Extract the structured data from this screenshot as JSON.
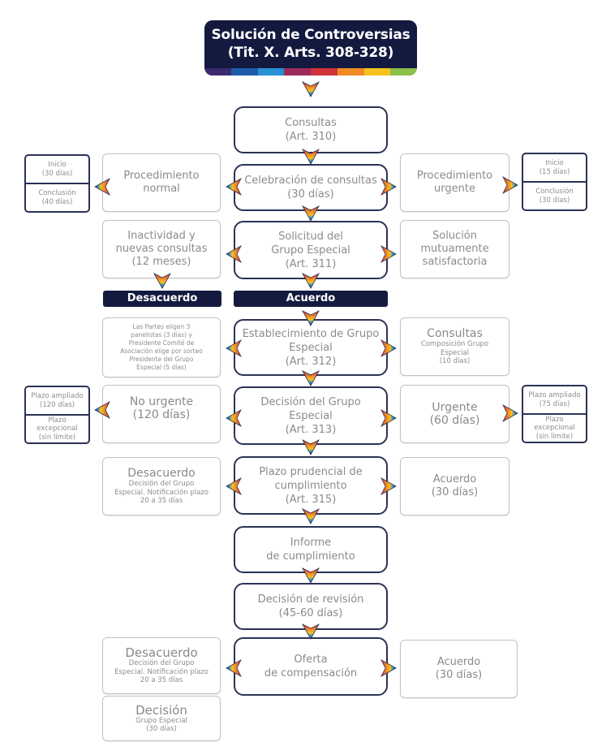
{
  "title": {
    "line1": "Solución de Controversias",
    "line2": "(Tit. X. Arts. 308-328)",
    "stripe_colors": [
      "#3b2a6e",
      "#1c5aa8",
      "#2a8fd4",
      "#9c2a5a",
      "#d0323a",
      "#f08a24",
      "#f7c11f",
      "#8cc04a"
    ]
  },
  "colors": {
    "navy": "#141a3f",
    "box_border": "#2b3257",
    "text_gray": "#8b8b8b",
    "arrow_red": "#d0323a",
    "arrow_orange": "#f08a24",
    "arrow_yellow": "#f7c11f",
    "arrow_blue": "#2a8fd4",
    "arrow_purple": "#3b2a6e"
  },
  "center": {
    "consultas": {
      "line1": "Consultas",
      "line2": "(Art. 310)"
    },
    "celebracion": {
      "line1": "Celebración de consultas",
      "line2": "(30 días)"
    },
    "solicitud": {
      "line1": "Solicitud del",
      "line2": "Grupo Especial",
      "line3": "(Art. 311)"
    },
    "establecimiento": {
      "line1": "Establecimiento de Grupo",
      "line2": "Especial",
      "line3": "(Art. 312)"
    },
    "decision": {
      "line1": "Decisión del Grupo",
      "line2": "Especial",
      "line3": "(Art. 313)"
    },
    "plazo": {
      "line1": "Plazo prudencial de",
      "line2": "cumplimiento",
      "line3": "(Art. 315)"
    },
    "informe": {
      "line1": "Informe",
      "line2": "de cumplimiento"
    },
    "revision": {
      "line1": "Decisión de revisión",
      "line2": "(45-60 días)"
    },
    "oferta": {
      "line1": "Oferta",
      "line2": "de compensación"
    }
  },
  "banners": {
    "desacuerdo": "Desacuerdo",
    "acuerdo": "Acuerdo"
  },
  "left": {
    "proc_normal": {
      "line1": "Procedimiento",
      "line2": "normal"
    },
    "inactividad": {
      "line1": "Inactividad y",
      "line2": "nuevas consultas",
      "line3": "(12 meses)"
    },
    "partes": {
      "line1": "Las Partes eligen 3",
      "line2": "panelistas (3 días) y",
      "line3": "Presidente Comité de",
      "line4": "Asociación elige por sorteo",
      "line5": "Presidente del Grupo",
      "line6": "Especial (5 días)"
    },
    "no_urgente": {
      "line1": "No urgente",
      "line2": "(120 días)"
    },
    "desacuerdo1": {
      "title": "Desacuerdo",
      "line1": "Decisión del Grupo",
      "line2": "Especial. Notificación plazo",
      "line3": "20 a 35 días"
    },
    "desacuerdo2": {
      "title": "Desacuerdo",
      "line1": "Decisión del Grupo",
      "line2": "Especial. Notificación plazo",
      "line3": "20 a 35 días"
    },
    "decision_final": {
      "title": "Decisión",
      "line1": "Grupo Especial",
      "line2": "(30 días)"
    }
  },
  "right": {
    "proc_urgente": {
      "line1": "Procedimiento",
      "line2": "urgente"
    },
    "solucion": {
      "line1": "Solución",
      "line2": "mutuamente",
      "line3": "satisfactoria"
    },
    "consultas_comp": {
      "title": "Consultas",
      "line1": "Composición Grupo",
      "line2": "Especial",
      "line3": "(10 días)"
    },
    "urgente": {
      "line1": "Urgente",
      "line2": "(60 días)"
    },
    "acuerdo1": {
      "line1": "Acuerdo",
      "line2": "(30 días)"
    },
    "acuerdo2": {
      "line1": "Acuerdo",
      "line2": "(30 días)"
    }
  },
  "notes": {
    "normal": {
      "top1": "Inicio",
      "top2": "(30 días)",
      "bottom1": "Conclusión",
      "bottom2": "(40 días)"
    },
    "urgente": {
      "top1": "Inicio",
      "top2": "(15 días)",
      "bottom1": "Conclusión",
      "bottom2": "(30 días)"
    },
    "no_urgente": {
      "top1": "Plazo ampliado",
      "top2": "(120 días)",
      "bottom1": "Plazo",
      "bottom2": "excepcional",
      "bottom3": "(sin límite)"
    },
    "urgente_plazo": {
      "top1": "Plazo ampliado",
      "top2": "(75 días)",
      "bottom1": "Plazo",
      "bottom2": "excepcional",
      "bottom3": "(sin límite)"
    }
  }
}
